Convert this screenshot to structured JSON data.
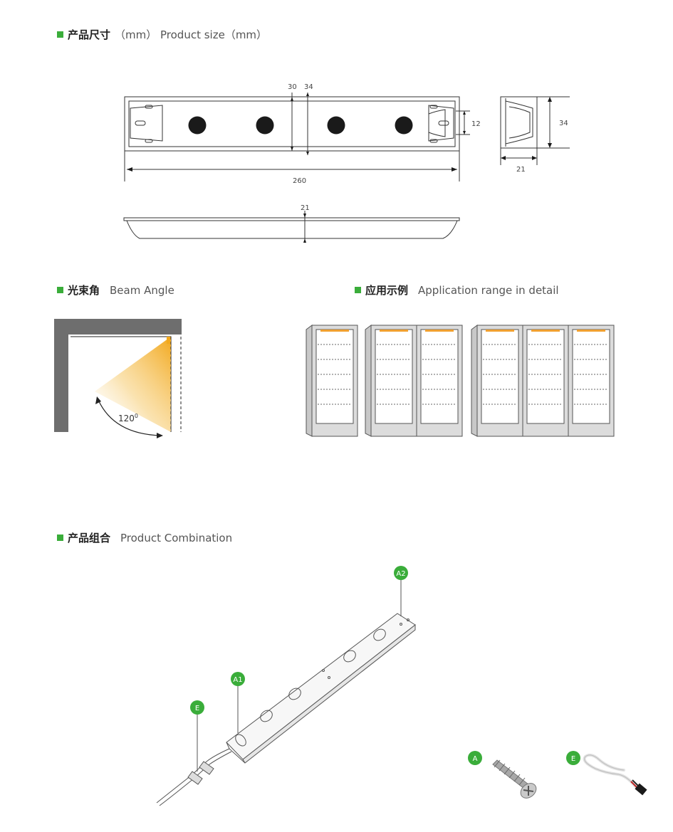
{
  "sections": {
    "size": {
      "cn": "产品尺寸",
      "en": "（mm）  Product size（mm）"
    },
    "beam": {
      "cn": "光束角",
      "en": "Beam Angle"
    },
    "app": {
      "cn": "应用示例",
      "en": "Application range in detail"
    },
    "combo": {
      "cn": "产品组合",
      "en": "Product Combination"
    }
  },
  "dimensions": {
    "inner_height": "30",
    "outer_height": "34",
    "hole_height": "12",
    "length": "260",
    "side_height": "34",
    "side_depth": "21",
    "profile_depth": "21"
  },
  "beam": {
    "angle_label": "120",
    "angle_unit": "0"
  },
  "parts": {
    "a2": "A2",
    "a1": "A1",
    "e1": "E",
    "a": "A",
    "e2": "E"
  },
  "colors": {
    "accent": "#3aad3a",
    "light": "#f2a81d",
    "led_bar": "#f0a030"
  }
}
